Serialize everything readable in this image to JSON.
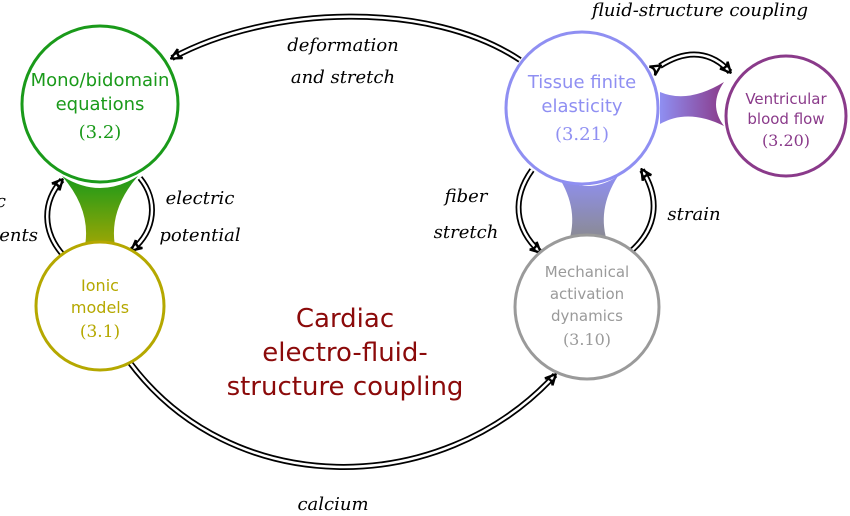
{
  "title": [
    "Cardiac",
    "electro-fluid-",
    "structure coupling"
  ],
  "colors": {
    "title": "#8b0a0a",
    "mono": "#1a9a1a",
    "ionic": "#b5a800",
    "tissue": "#8f8ff2",
    "mech": "#9a9a9a",
    "vent": "#8a3a8a",
    "arrow": "#000000"
  },
  "nodes": {
    "mono": {
      "label": [
        "Mono/bidomain",
        "equations"
      ],
      "ref": "(3.2)"
    },
    "ionic": {
      "label": [
        "Ionic",
        "models"
      ],
      "ref": "(3.1)"
    },
    "tissue": {
      "label": [
        "Tissue finite",
        "elasticity"
      ],
      "ref": "(3.21)"
    },
    "mech": {
      "label": [
        "Mechanical",
        "activation",
        "dynamics"
      ],
      "ref": "(3.10)"
    },
    "vent": {
      "label": [
        "Ventricular",
        "blood flow"
      ],
      "ref": "(3.20)"
    }
  },
  "edges": {
    "fsc": "fluid-structure coupling",
    "deformation": [
      "deformation",
      "and stretch"
    ],
    "electric": [
      "electric",
      "potential"
    ],
    "ionic_currents": [
      "ionic",
      "currents"
    ],
    "fiber": [
      "fiber",
      "stretch"
    ],
    "strain": "strain",
    "calcium": "calcium"
  }
}
